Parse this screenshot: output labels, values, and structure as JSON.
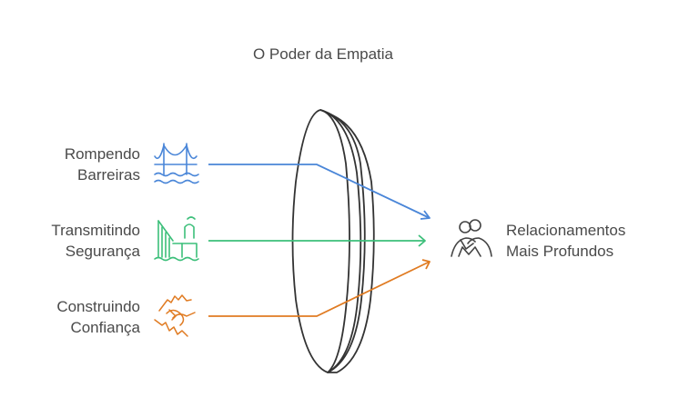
{
  "title": "O Poder da Empatia",
  "inputs": [
    {
      "line1": "Rompendo",
      "line2": "Barreiras",
      "icon": "bridge-icon",
      "color": "#4a86d8"
    },
    {
      "line1": "Transmitindo",
      "line2": "Segurança",
      "icon": "lighthouse-icon",
      "color": "#3cbf7a"
    },
    {
      "line1": "Construindo",
      "line2": "Confiança",
      "icon": "handshake-icon",
      "color": "#e07b22"
    }
  ],
  "output": {
    "line1": "Relacionamentos",
    "line2": "Mais Profundos",
    "icon": "people-hug-icon",
    "color": "#444444"
  },
  "lens": {
    "icon": "lens-shape",
    "color": "#333333"
  }
}
